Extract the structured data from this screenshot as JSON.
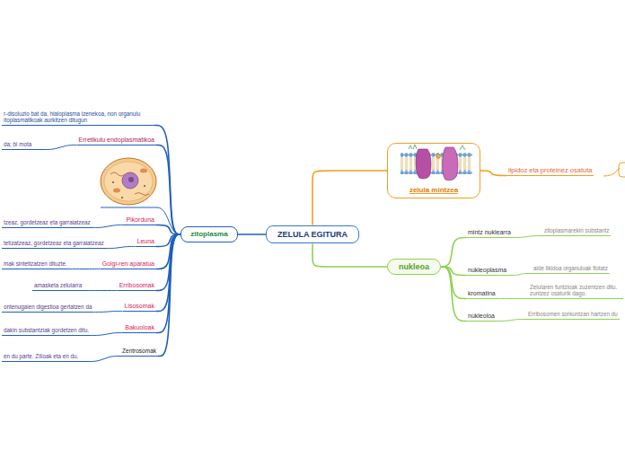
{
  "diagram": {
    "nodes": [
      {
        "text": [
          "ZELULA EGITURA"
        ]
      },
      {
        "text": [
          "zelula mintzea"
        ]
      },
      {
        "text": [
          "lipidoz eta proteinez osatuta"
        ]
      },
      {
        "text": [
          "nukleoa"
        ]
      },
      {
        "text": [
          "mintz nuklearra"
        ]
      },
      {
        "text": [
          "zitoplasmarekin substantz"
        ]
      },
      {
        "text": [
          "nukleoplasma"
        ]
      },
      {
        "text": [
          "alde likidoa organuluak flotatz"
        ]
      },
      {
        "text": [
          "kromatina"
        ]
      },
      {
        "text": [
          "Zelularen funtzioak zuzentzen ditu. zuntzez osaturik dago."
        ]
      },
      {
        "text": [
          "nukleoloa"
        ]
      },
      {
        "text": [
          "Erribosomen sorkuntzan hartzen du"
        ]
      },
      {
        "text": [
          "zitoplasma"
        ]
      },
      {
        "text": [
          "r-disoluzio bat da, hialoplasma izenekoa, non organulu itoplasmatikoak aurkitzen ditugun"
        ]
      },
      {
        "text": [
          "Erretikulu endoplasmatikoa"
        ]
      },
      {
        "text": [
          "da; bi mota"
        ]
      },
      {
        "text": [
          "Pikorduna"
        ]
      },
      {
        "text": [
          "tzeaz, gordetzeaz eta garraiatzeaz"
        ]
      },
      {
        "text": [
          "Leuna"
        ]
      },
      {
        "text": [
          "tetizatzeaz, gordetzeaz eta garraiatzeaz"
        ]
      },
      {
        "text": [
          "Golgi-ren aparatua"
        ]
      },
      {
        "text": [
          "mak sintetizatzen dituzte."
        ]
      },
      {
        "text": [
          "Erribosomak"
        ]
      },
      {
        "text": [
          "amasketa zelularra"
        ]
      },
      {
        "text": [
          "Lisosomak"
        ]
      },
      {
        "text": [
          "ontenugaien digestioa gertatzen da"
        ]
      },
      {
        "text": [
          "Bakuoloak"
        ]
      },
      {
        "text": [
          "dakin substantziak gordetzen ditu."
        ]
      },
      {
        "text": [
          "Zentrosomak"
        ]
      },
      {
        "text": [
          "en du parte. Zilioak eta en du."
        ]
      }
    ],
    "edges": [
      {
        "from": 0,
        "to": 1,
        "arrow": "none"
      },
      {
        "from": 1,
        "to": 2,
        "arrow": "none"
      },
      {
        "from": 0,
        "to": 3,
        "arrow": "none"
      },
      {
        "from": 3,
        "to": 4,
        "arrow": "none"
      },
      {
        "from": 4,
        "to": 5,
        "arrow": "none"
      },
      {
        "from": 3,
        "to": 6,
        "arrow": "none"
      },
      {
        "from": 6,
        "to": 7,
        "arrow": "none"
      },
      {
        "from": 3,
        "to": 8,
        "arrow": "none"
      },
      {
        "from": 8,
        "to": 9,
        "arrow": "none"
      },
      {
        "from": 3,
        "to": 10,
        "arrow": "none"
      },
      {
        "from": 10,
        "to": 11,
        "arrow": "none"
      },
      {
        "from": 0,
        "to": 12,
        "arrow": "none"
      },
      {
        "from": 12,
        "to": 13,
        "arrow": "none"
      },
      {
        "from": 12,
        "to": 14,
        "arrow": "none"
      },
      {
        "from": 14,
        "to": 15,
        "arrow": "none"
      },
      {
        "from": 12,
        "to": 16,
        "arrow": "none"
      },
      {
        "from": 16,
        "to": 17,
        "arrow": "none"
      },
      {
        "from": 12,
        "to": 18,
        "arrow": "none"
      },
      {
        "from": 18,
        "to": 19,
        "arrow": "none"
      },
      {
        "from": 12,
        "to": 20,
        "arrow": "none"
      },
      {
        "from": 20,
        "to": 21,
        "arrow": "none"
      },
      {
        "from": 12,
        "to": 22,
        "arrow": "none"
      },
      {
        "from": 22,
        "to": 23,
        "arrow": "none"
      },
      {
        "from": 12,
        "to": 24,
        "arrow": "none"
      },
      {
        "from": 24,
        "to": 25,
        "arrow": "none"
      },
      {
        "from": 12,
        "to": 26,
        "arrow": "none"
      },
      {
        "from": 26,
        "to": 27,
        "arrow": "none"
      },
      {
        "from": 12,
        "to": 28,
        "arrow": "none"
      },
      {
        "from": 28,
        "to": 29,
        "arrow": "none"
      }
    ]
  }
}
